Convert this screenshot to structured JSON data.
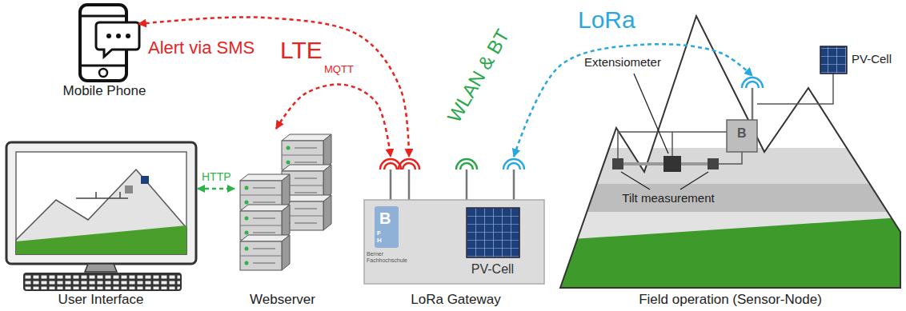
{
  "diagram": {
    "nodes": [
      {
        "text": [
          "Mobile Phone"
        ]
      },
      {
        "text": [
          "User Interface"
        ]
      },
      {
        "text": [
          "Webserver"
        ]
      },
      {
        "text": [
          "LoRa Gateway",
          "PV-Cell"
        ]
      },
      {
        "text": [
          "Field operation (Sensor-Node)"
        ]
      }
    ],
    "edges": [
      {
        "from": 0,
        "to": 3,
        "label": "Alert via SMS",
        "arrow": "both"
      },
      {
        "from": 2,
        "to": 3,
        "label": "MQTT",
        "arrow": "both"
      },
      {
        "from": 1,
        "to": 2,
        "label": "HTTP",
        "arrow": "both"
      },
      {
        "from": 3,
        "to": 4,
        "label": "LoRa",
        "arrow": "both"
      }
    ],
    "labels": [
      "LTE",
      "WLAN & BT",
      "B",
      "F",
      "H",
      "Berner Fachhochschule",
      "Extensiometer",
      "Tilt measurement",
      "PV-Cell",
      "B"
    ]
  }
}
